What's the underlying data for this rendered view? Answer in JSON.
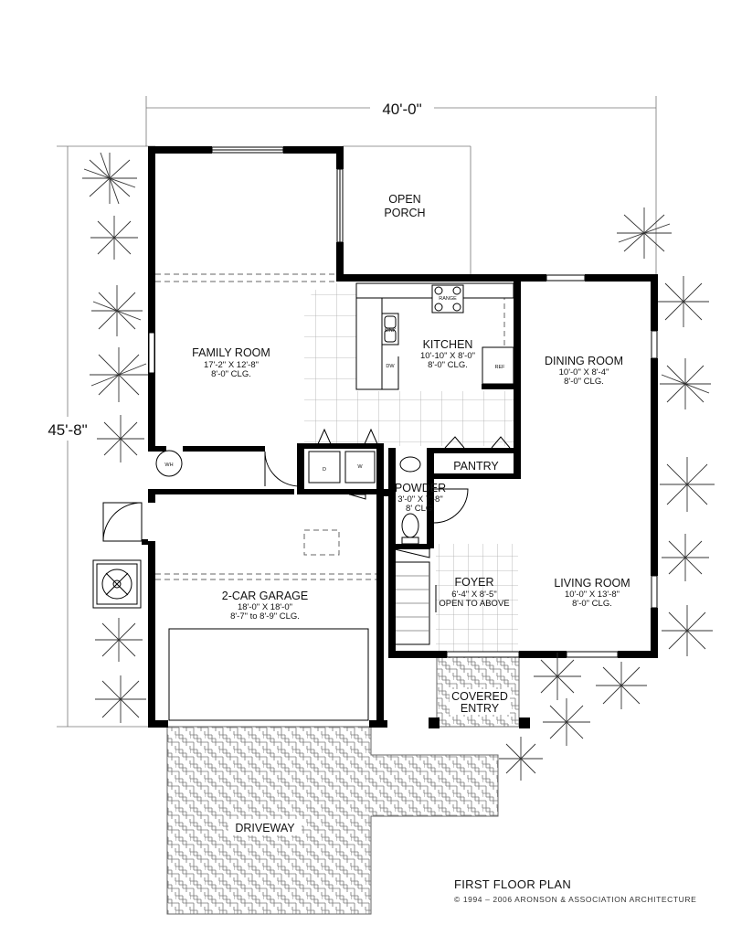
{
  "dimensions": {
    "width": "40'-0\"",
    "depth": "45'-8\""
  },
  "rooms": {
    "open_porch": {
      "name_line1": "OPEN",
      "name_line2": "PORCH"
    },
    "family_room": {
      "name": "FAMILY ROOM",
      "size": "17'-2\" X 12'-8\"",
      "ceiling": "8'-0\" CLG."
    },
    "kitchen": {
      "name": "KITCHEN",
      "size": "10'-10\" X 8'-0\"",
      "ceiling": "8'-0\" CLG."
    },
    "dining_room": {
      "name": "DINING ROOM",
      "size": "10'-0\" X 8'-4\"",
      "ceiling": "8'-0\" CLG."
    },
    "pantry": {
      "name": "PANTRY"
    },
    "powder": {
      "name": "POWDER",
      "size": "3'-0\" X 7'-8\"",
      "ceiling": "8' CLG."
    },
    "foyer": {
      "name": "FOYER",
      "size": "6'-4\" X 8'-5\"",
      "note": "OPEN TO ABOVE"
    },
    "living_room": {
      "name": "LIVING ROOM",
      "size": "10'-0\" X 13'-8\"",
      "ceiling": "8'-0\" CLG."
    },
    "garage": {
      "name": "2-CAR GARAGE",
      "size": "18'-0\" X 18'-0\"",
      "ceiling": "8'-7\" to 8'-9\" CLG."
    },
    "covered_entry": {
      "name_line1": "COVERED",
      "name_line2": "ENTRY"
    },
    "driveway": {
      "name": "DRIVEWAY"
    }
  },
  "fixtures": {
    "range": "RANGE",
    "sink": "SINK",
    "dishwasher": "DW",
    "refrigerator": "REF",
    "water_heater": "WH",
    "dryer": "D",
    "washer": "W"
  },
  "footer": {
    "title": "FIRST FLOOR PLAN",
    "copyright": "© 1994 – 2006 ARONSON & ASSOCIATION ARCHITECTURE"
  }
}
